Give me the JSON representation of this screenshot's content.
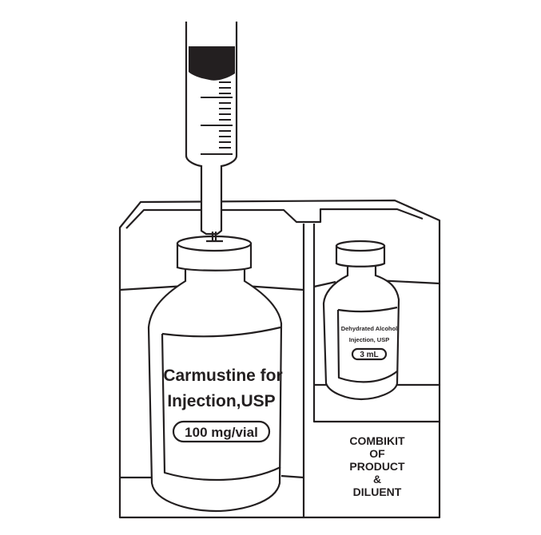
{
  "product_vial": {
    "label_line1": "Carmustine for",
    "label_line2": "Injection,USP",
    "strength": "100 mg/vial"
  },
  "diluent_vial": {
    "label_line1": "Dehydrated Alcohol",
    "label_line2": "Injection, USP",
    "volume": "3 mL"
  },
  "kit_caption": [
    "COMBIKIT",
    "OF",
    "PRODUCT",
    "&",
    "DILUENT"
  ],
  "colors": {
    "ink": "#231f20",
    "background": "#ffffff"
  }
}
